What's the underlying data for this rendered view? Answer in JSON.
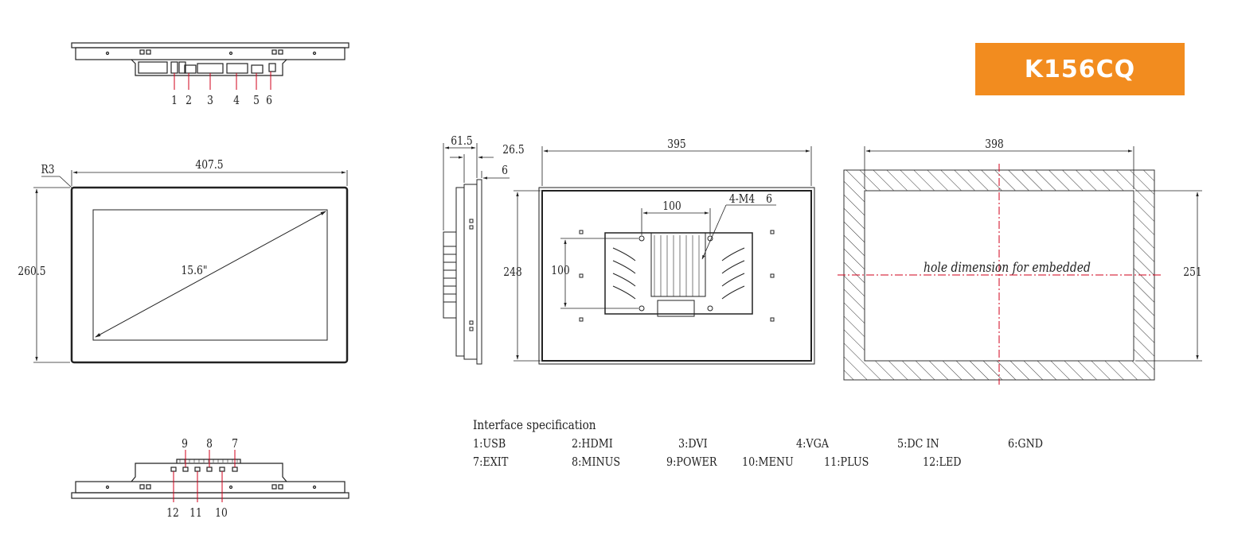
{
  "model": "K156CQ",
  "colors": {
    "badge": "#f28c1f",
    "line": "#222222",
    "axis": "#d0021b",
    "callout": "#d0021b"
  },
  "front_view": {
    "width": "407.5",
    "height": "260.5",
    "radius": "R3",
    "diagonal": "15.6\""
  },
  "side_view": {
    "depth": "61.5",
    "bezel": "26.5",
    "front": "6"
  },
  "rear_view": {
    "width": "395",
    "height": "248",
    "hole_spacing": "100",
    "hole_spacing_v": "100",
    "mount": "4-M4",
    "mount_depth": "6"
  },
  "cutout": {
    "width": "398",
    "height": "251",
    "label": "hole dimension for embedded"
  },
  "top_callouts": [
    "1",
    "2",
    "3",
    "4",
    "5",
    "6"
  ],
  "bottom_callouts_top": [
    "9",
    "8",
    "7"
  ],
  "bottom_callouts_bottom": [
    "12",
    "11",
    "10"
  ],
  "interface": {
    "title": "Interface specification",
    "row1": [
      "1:USB",
      "2:HDMI",
      "3:DVI",
      "4:VGA",
      "5:DC IN",
      "6:GND"
    ],
    "row2": [
      "7:EXIT",
      "8:MINUS",
      "9:POWER",
      "10:MENU",
      "11:PLUS",
      "12:LED"
    ]
  }
}
